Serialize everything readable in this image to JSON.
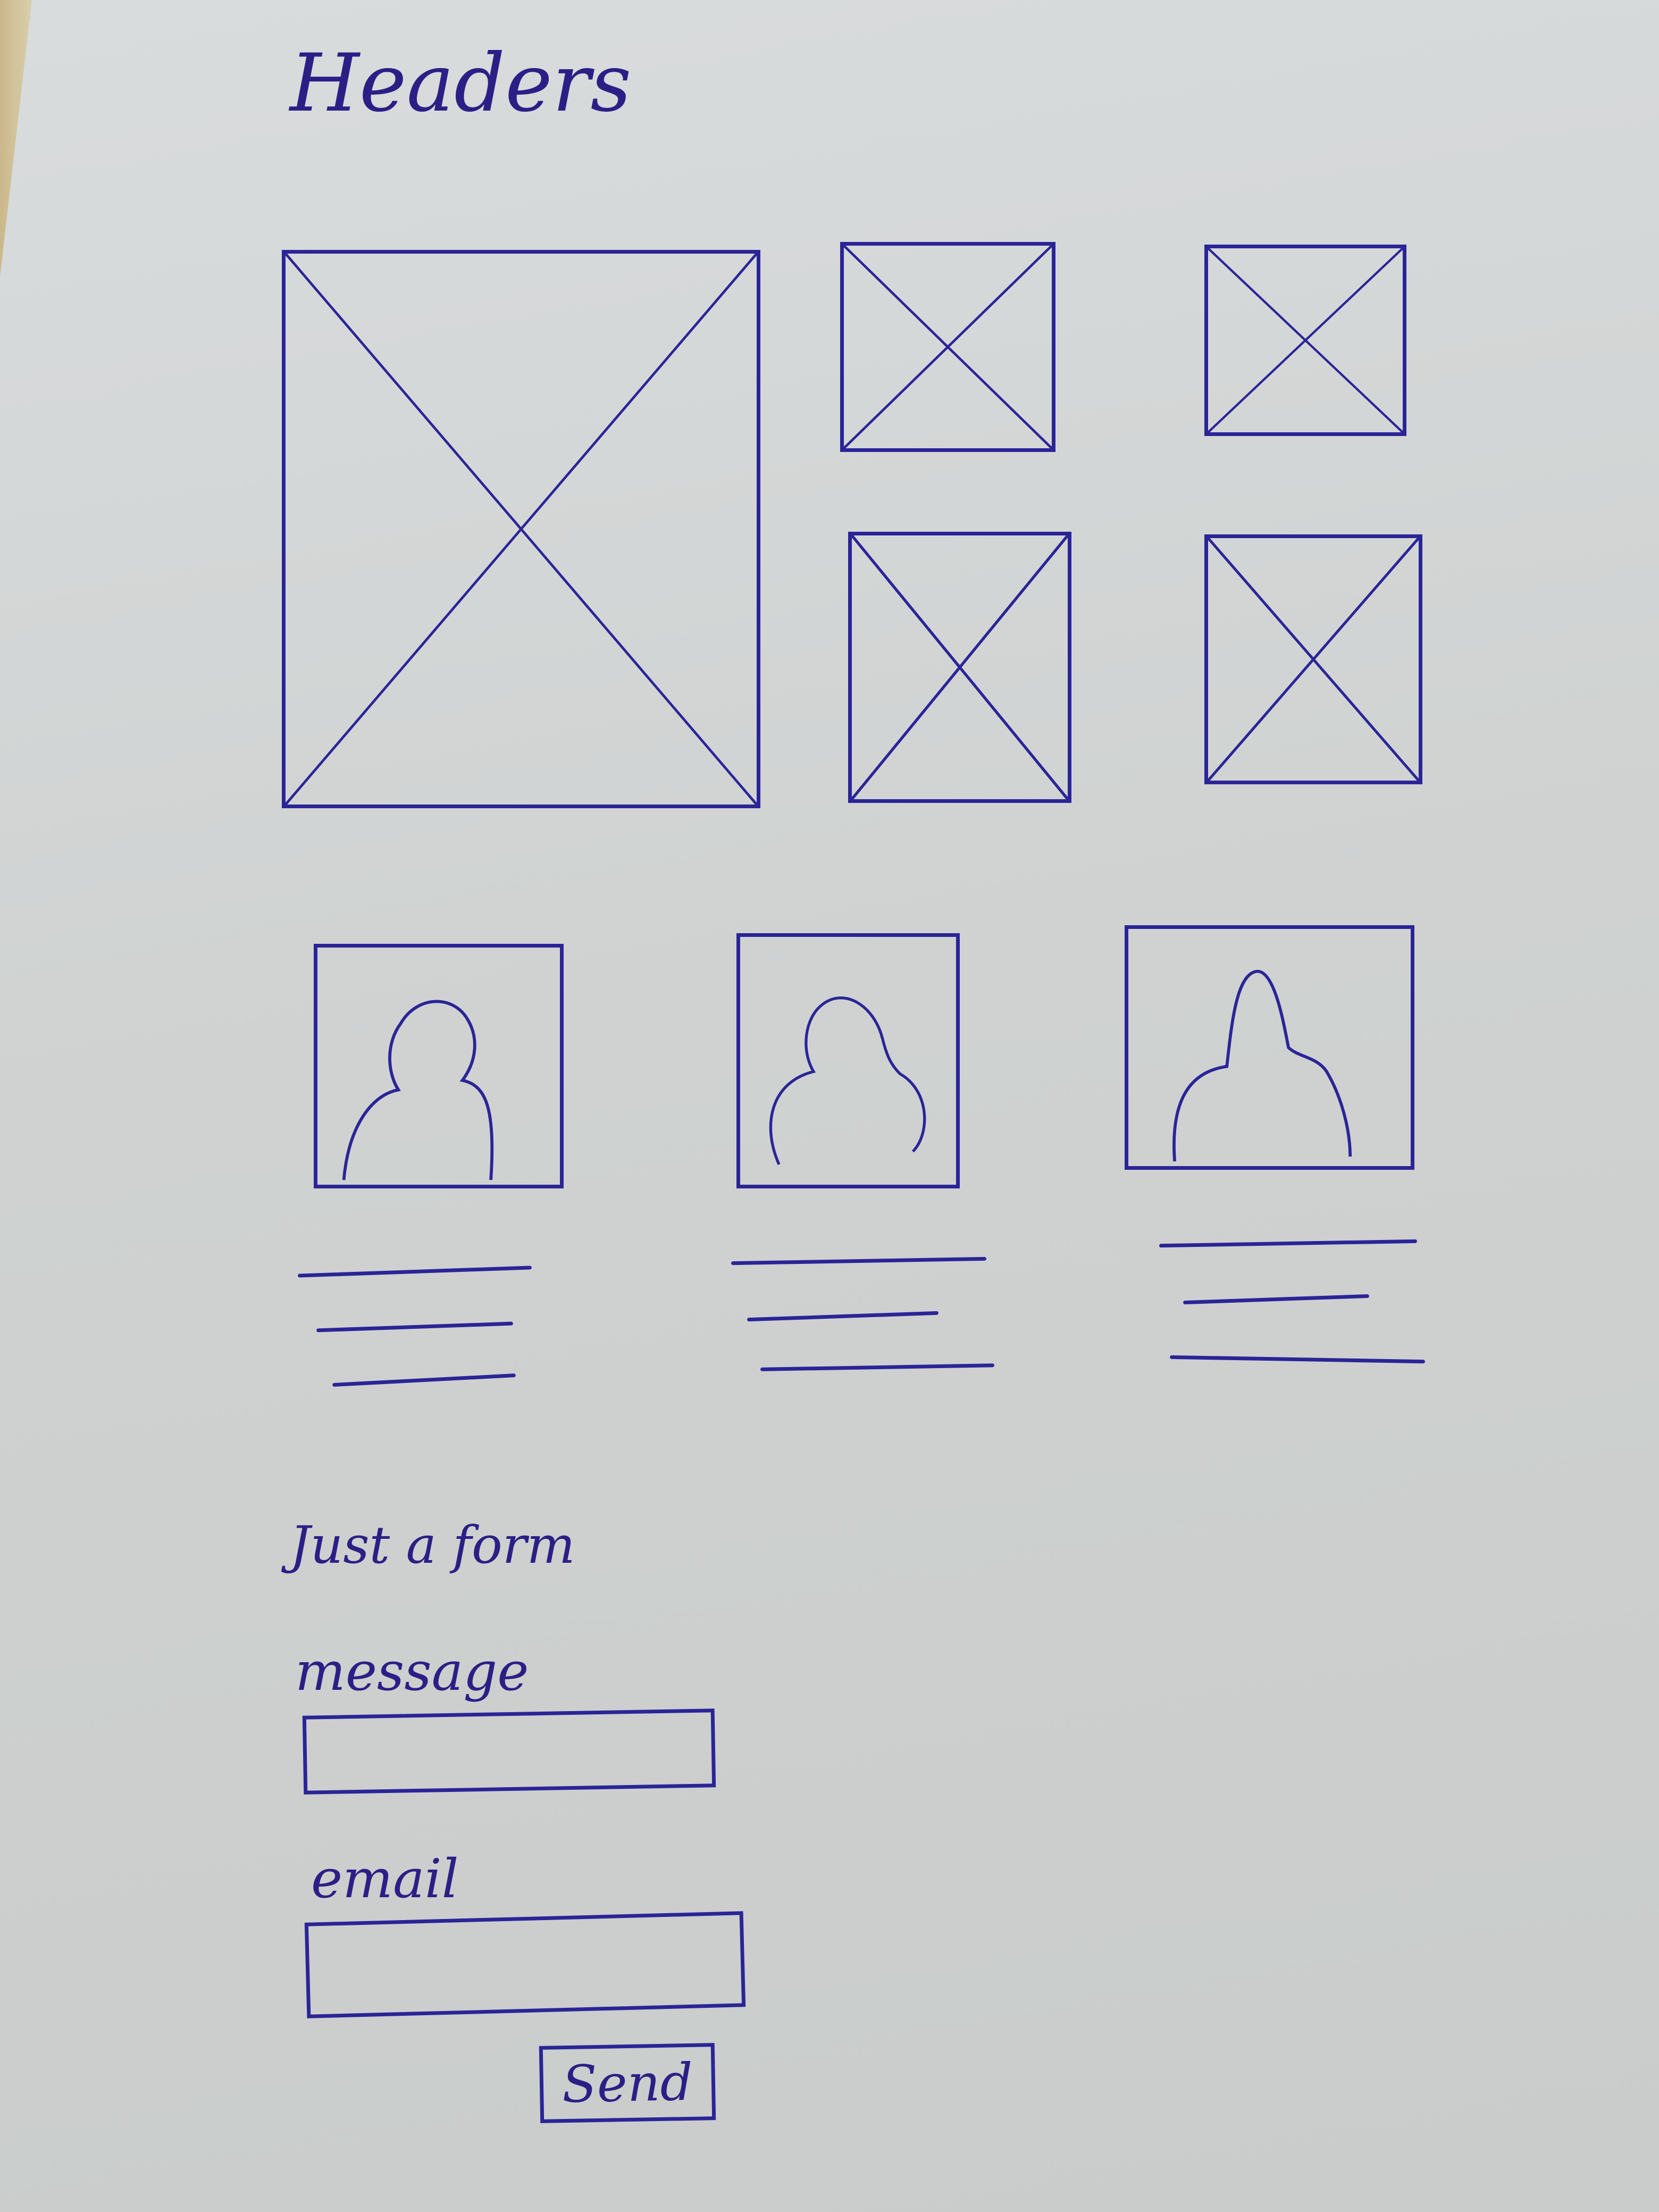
{
  "header": {
    "title": "Headers"
  },
  "form": {
    "title": "Just a form",
    "message_label": "message",
    "email_label": "email",
    "send_label": "Send"
  },
  "colors": {
    "ink": "#2b2497",
    "paper": "#d3d6d6",
    "table_edge": "#d8c79a"
  },
  "image_placeholders": [
    {
      "icon": "x-image-placeholder-icon"
    },
    {
      "icon": "x-image-placeholder-icon"
    },
    {
      "icon": "x-image-placeholder-icon"
    },
    {
      "icon": "x-image-placeholder-icon"
    },
    {
      "icon": "x-image-placeholder-icon"
    }
  ],
  "profile_cards": [
    {
      "icon": "person-avatar-icon"
    },
    {
      "icon": "person-avatar-icon"
    },
    {
      "icon": "person-avatar-icon"
    }
  ]
}
